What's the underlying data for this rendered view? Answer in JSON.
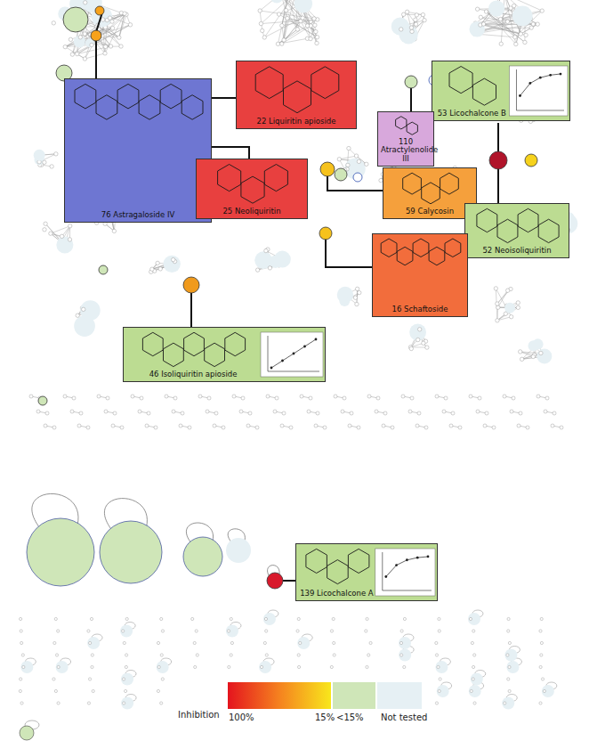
{
  "diagram": {
    "nodes": [
      {
        "text": [
          "22 Liquiritin apioside"
        ]
      },
      {
        "text": [
          "53 Licochalcone B"
        ]
      },
      {
        "text": [
          "76 Astragaloside IV"
        ]
      },
      {
        "text": [
          "110 Atractylenolide III"
        ]
      },
      {
        "text": [
          "25 Neoliquiritin"
        ]
      },
      {
        "text": [
          "59 Calycosin"
        ]
      },
      {
        "text": [
          "52 Neoisoliquiritin"
        ]
      },
      {
        "text": [
          "16 Schaftoside"
        ]
      },
      {
        "text": [
          "46 Isoliquiritin apioside"
        ]
      },
      {
        "text": [
          "139 Licochalcone A"
        ]
      }
    ],
    "labels": [
      "Inhibition",
      "100%",
      "15%"
    ],
    "legend": [
      {
        "text": "<15%",
        "color": "#cfe6b8"
      },
      {
        "text": "Not tested",
        "color": "#e6f0f4"
      }
    ]
  }
}
